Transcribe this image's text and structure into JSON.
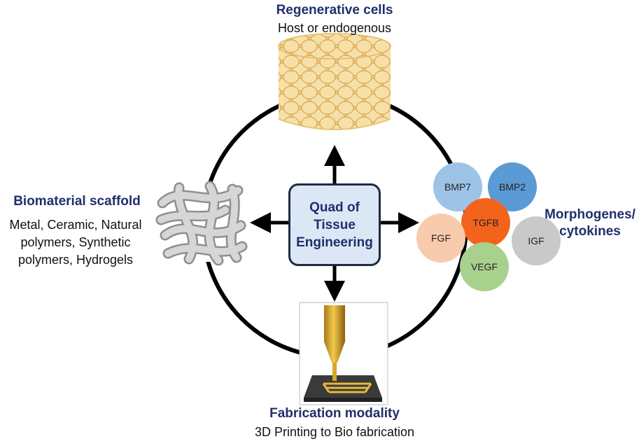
{
  "center": {
    "line1": "Quad of",
    "line2": "Tissue",
    "line3": "Engineering"
  },
  "top": {
    "title": "Regenerative cells",
    "subtitle": "Host or endogenous"
  },
  "left": {
    "title": "Biomaterial scaffold",
    "line1": "Metal, Ceramic, Natural",
    "line2": "polymers, Synthetic",
    "line3": "polymers, Hydrogels"
  },
  "right": {
    "title_line1": "Morphogenes/",
    "title_line2": "cytokines"
  },
  "bottom": {
    "title": "Fabrication modality",
    "subtitle": "3D Printing to Bio fabrication"
  },
  "factors": [
    {
      "label": "BMP7",
      "color": "#9dc3e6"
    },
    {
      "label": "BMP2",
      "color": "#5b9bd5"
    },
    {
      "label": "TGFB",
      "color": "#f4631b"
    },
    {
      "label": "FGF",
      "color": "#f8cbad"
    },
    {
      "label": "IGF",
      "color": "#c9c9c9"
    },
    {
      "label": "VEGF",
      "color": "#a9d18e"
    }
  ],
  "colors": {
    "title": "#1f2f6b",
    "ring": "#000000",
    "center_fill": "#dbe7f5"
  }
}
